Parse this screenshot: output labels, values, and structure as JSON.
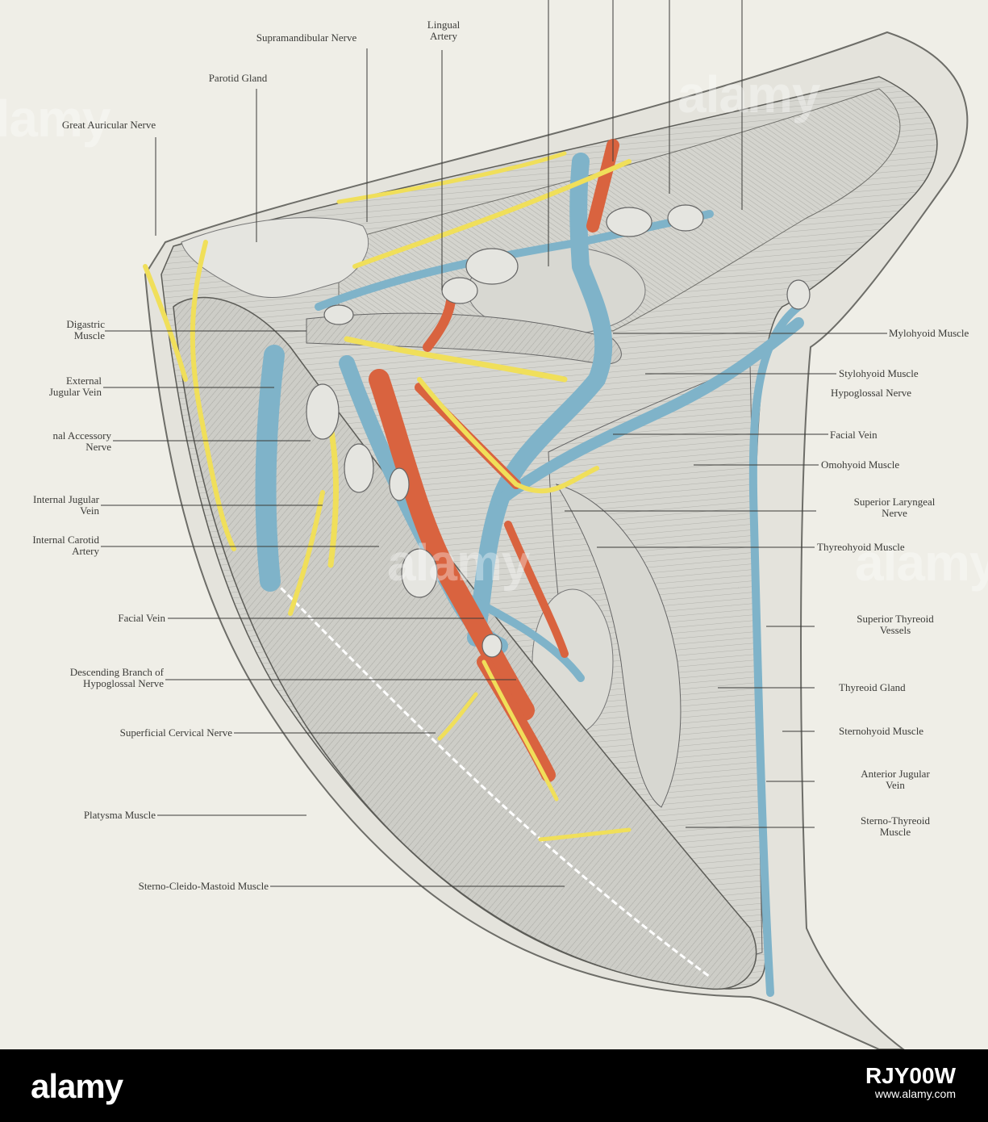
{
  "figure": {
    "labels": {
      "lingual_artery": "Lingual\nArtery",
      "supramandibular_nerve": "Supramandibular Nerve",
      "parotid_gland": "Parotid Gland",
      "great_auricular_nerve": "Great Auricular Nerve",
      "digastric_muscle": "Digastric\nMuscle",
      "external_jugular_vein": "External\nJugular Vein",
      "spinal_accessory_nerve": "nal Accessory\nNerve",
      "internal_jugular_vein": "Internal Jugular\nVein",
      "internal_carotid_artery": "Internal Carotid\nArtery",
      "facial_vein_left": "Facial Vein",
      "descending_branch": "Descending Branch of\nHypoglossal Nerve",
      "superficial_cervical_nerve": "Superficial Cervical Nerve",
      "platysma_muscle": "Platysma Muscle",
      "sterno_cleido_mastoid": "Sterno-Cleido-Mastoid Muscle",
      "mylohyoid_muscle": "Mylohyoid Muscle",
      "stylohyoid_muscle": "Stylohyoid Muscle",
      "hypoglossal_nerve": "Hypoglossal Nerve",
      "facial_vein_right": "Facial Vein",
      "omohyoid_muscle": "Omohyoid Muscle",
      "superior_laryngeal_nerve": "Superior Laryngeal\nNerve",
      "thyreohyoid_muscle": "Thyreohyoid Muscle",
      "superior_thyreoid_vessels": "Superior Thyreoid\nVessels",
      "thyreoid_gland": "Thyreoid Gland",
      "sternohyoid_muscle": "Sternohyoid Muscle",
      "anterior_jugular_vein": "Anterior Jugular\nVein",
      "sterno_thyreoid_muscle": "Sterno-Thyreoid\nMuscle"
    },
    "colors": {
      "vein": "#7fb3c9",
      "artery": "#d9633f",
      "nerve": "#f0df5a",
      "muscle": "#cfcfca",
      "gland": "#e3e3df",
      "paper": "#efeee7"
    }
  },
  "watermark": {
    "text": "alamy"
  },
  "footer": {
    "logo": "alamy",
    "image_id": "RJY00W",
    "site": "www.alamy.com"
  }
}
